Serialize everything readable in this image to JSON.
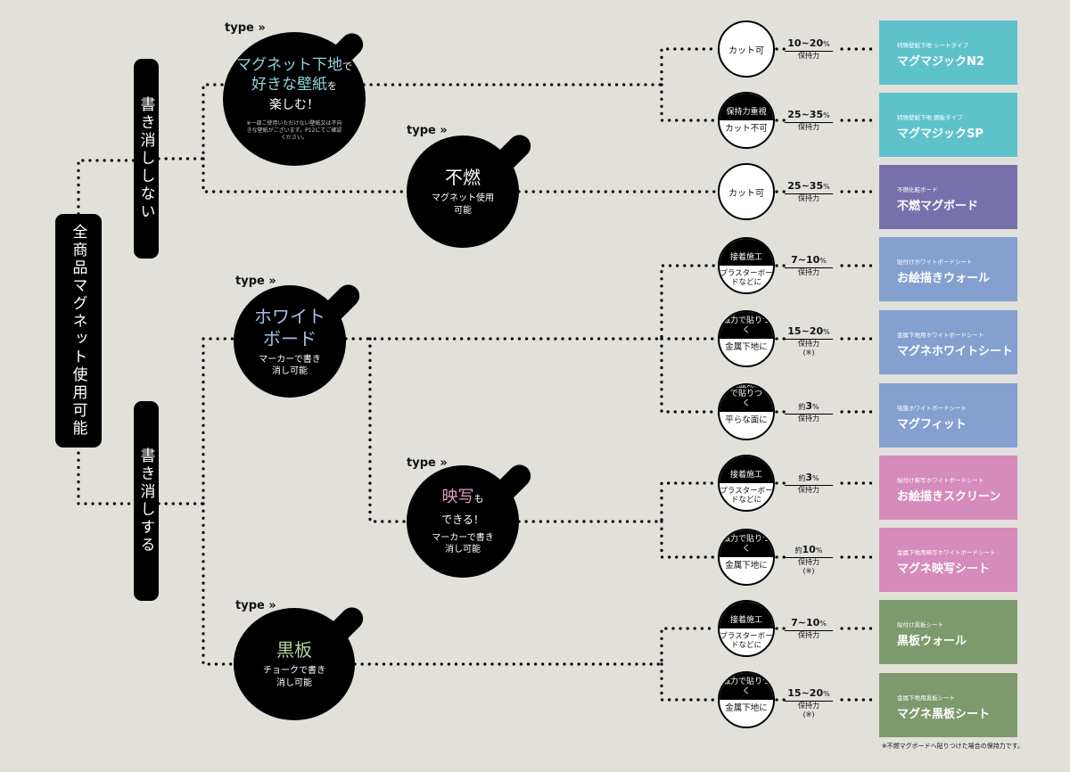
{
  "root": "全商品マグネット使用可能",
  "branches": {
    "no_erase": "書き消ししない",
    "erase": "書き消しする"
  },
  "type_label": "type",
  "types": {
    "magnet": {
      "title_a": "マグネット下地",
      "title_b": "で",
      "title_c": "好きな壁紙",
      "title_d": "を",
      "title_e": "楽しむ！",
      "note": "※一部ご使用いただけない壁紙又は不向きな壁紙がございます。P12にてご確認ください。"
    },
    "nonflame": {
      "title": "不燃",
      "sub": "マグネット使用可能"
    },
    "whiteboard": {
      "title": "ホワイトボード",
      "sub": "マーカーで書き消し可能"
    },
    "projection": {
      "title_a": "映写",
      "title_b": "も",
      "title_c": "できる！",
      "sub": "マーカーで書き消し可能"
    },
    "blackboard": {
      "title": "黒板",
      "sub": "チョークで書き消し可能"
    }
  },
  "methods": [
    {
      "full": "カット可"
    },
    {
      "top": "保持力重視",
      "bottom": "カット不可"
    },
    {
      "full": "カット可"
    },
    {
      "top": "接着施工",
      "bottom": "プラスターボードなどに"
    },
    {
      "top": "磁力で貼りつく",
      "bottom": "金属下地に"
    },
    {
      "top": "吸盤効果で貼りつく",
      "bottom": "平らな面に"
    },
    {
      "top": "接着施工",
      "bottom": "プラスターボードなどに"
    },
    {
      "top": "磁力で貼りつく",
      "bottom": "金属下地に"
    },
    {
      "top": "接着施工",
      "bottom": "プラスターボードなどに"
    },
    {
      "top": "磁力で貼りつく",
      "bottom": "金属下地に"
    }
  ],
  "retention": [
    {
      "prefix": "",
      "value": "10~20",
      "unit": "%",
      "label": "保持力",
      "note": ""
    },
    {
      "prefix": "",
      "value": "25~35",
      "unit": "%",
      "label": "保持力",
      "note": ""
    },
    {
      "prefix": "",
      "value": "25~35",
      "unit": "%",
      "label": "保持力",
      "note": ""
    },
    {
      "prefix": "",
      "value": "7~10",
      "unit": "%",
      "label": "保持力",
      "note": ""
    },
    {
      "prefix": "",
      "value": "15~20",
      "unit": "%",
      "label": "保持力",
      "note": "(※)"
    },
    {
      "prefix": "約",
      "value": "3",
      "unit": "%",
      "label": "保持力",
      "note": ""
    },
    {
      "prefix": "約",
      "value": "3",
      "unit": "%",
      "label": "保持力",
      "note": ""
    },
    {
      "prefix": "約",
      "value": "10",
      "unit": "%",
      "label": "保持力",
      "note": "(※)"
    },
    {
      "prefix": "",
      "value": "7~10",
      "unit": "%",
      "label": "保持力",
      "note": ""
    },
    {
      "prefix": "",
      "value": "15~20",
      "unit": "%",
      "label": "保持力",
      "note": "(※)"
    }
  ],
  "products": [
    {
      "sub": "特殊壁紙下地 シートタイプ",
      "name": "マグマジックN2",
      "color": "#5ec2cb"
    },
    {
      "sub": "特殊壁紙下地 鋼板タイプ",
      "name": "マグマジックSP",
      "color": "#5ec2cb"
    },
    {
      "sub": "不燃化粧ボード",
      "name": "不燃マグボード",
      "color": "#7770ad"
    },
    {
      "sub": "貼付けホワイトボードシート",
      "name": "お絵描きウォール",
      "color": "#84a0cf"
    },
    {
      "sub": "金属下地用ホワイトボードシート",
      "name": "マグネホワイトシート",
      "color": "#84a0cf"
    },
    {
      "sub": "吸盤ホワイトボードシート",
      "name": "マグフィット",
      "color": "#84a0cf"
    },
    {
      "sub": "貼付け映写ホワイトボードシート",
      "name": "お絵描きスクリーン",
      "color": "#d58bbb"
    },
    {
      "sub": "金属下地用映写ホワイトボードシート",
      "name": "マグネ映写シート",
      "color": "#d58bbb"
    },
    {
      "sub": "貼付け黒板シート",
      "name": "黒板ウォール",
      "color": "#7d9a6d"
    },
    {
      "sub": "金属下地用黒板シート",
      "name": "マグネ黒板シート",
      "color": "#7d9a6d"
    }
  ],
  "accent_colors": {
    "magnet": "#8fd3da",
    "projection": "#e39ac9",
    "blackboard": "#b5cf9a",
    "whiteboard": "#a9bde6"
  },
  "footnote": "※不燃マグボードへ貼りつけた場合の保持力です。"
}
